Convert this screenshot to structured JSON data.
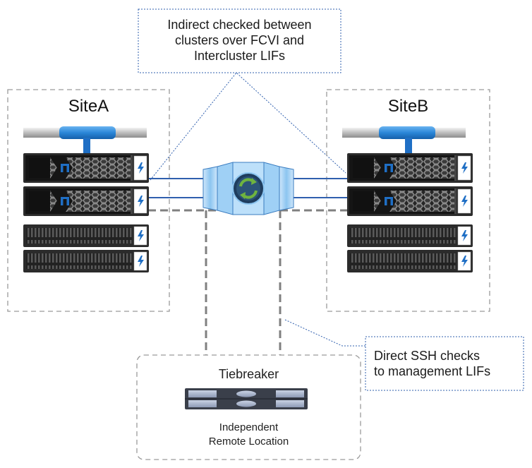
{
  "callouts": {
    "indirect": {
      "lines": [
        "Indirect checked between",
        "clusters over FCVI and",
        "Intercluster LIFs"
      ]
    },
    "direct": {
      "lines": [
        "Direct SSH checks",
        "to management LIFs"
      ]
    }
  },
  "sites": {
    "a": {
      "title": "SiteA"
    },
    "b": {
      "title": "SiteB"
    }
  },
  "tiebreaker": {
    "title": "Tiebreaker",
    "subtitle_lines": [
      "Independent",
      "Remote Location"
    ]
  },
  "icons": {
    "sync": "sync-arrows-icon",
    "controller_logo": "netapp-logo-icon",
    "flash_badge": "lightning-bolt-icon"
  },
  "colors": {
    "accent_blue": "#1f6fc5",
    "link_blue": "#2f5fae",
    "dashed_gray": "#808080",
    "chassis_dark": "#2b2b2b",
    "sync_green": "#6fb43f"
  }
}
